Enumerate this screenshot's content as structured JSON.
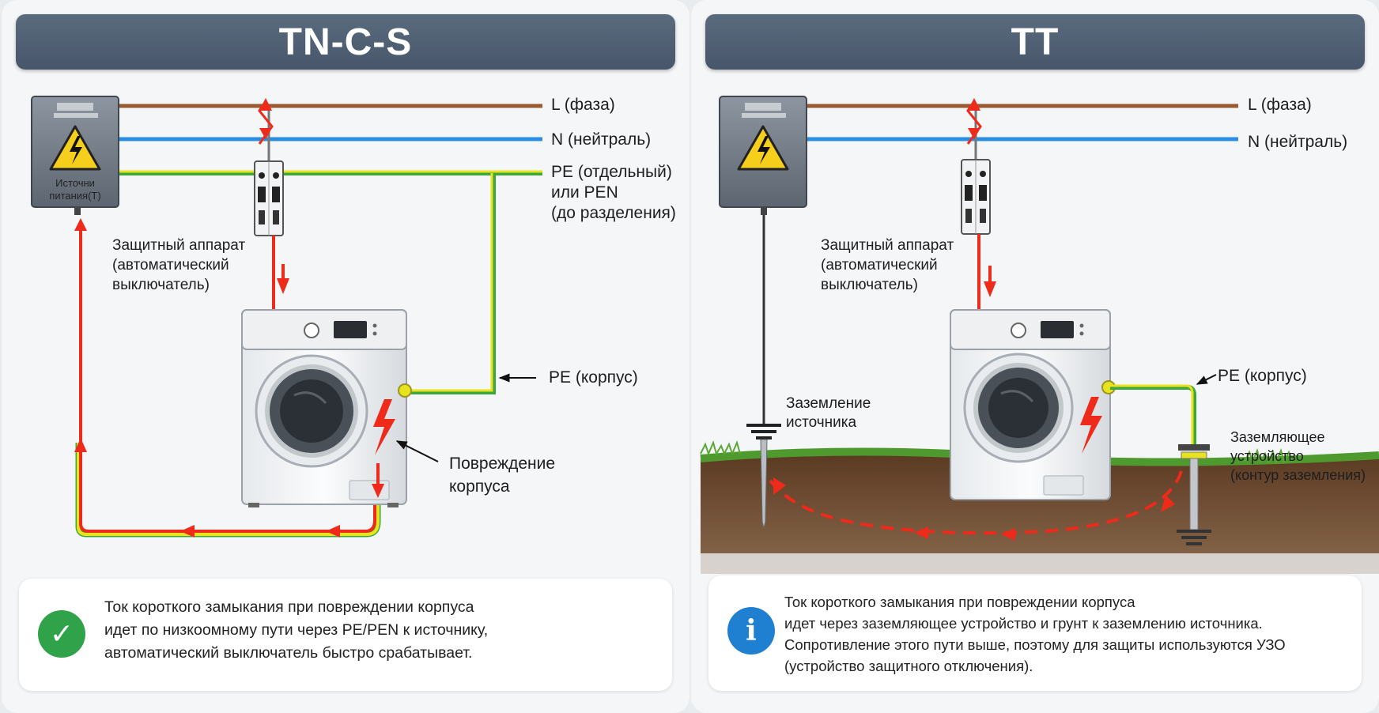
{
  "left_panel": {
    "title": "TN-C-S",
    "wire_labels": {
      "l_phase": "L (фаза)",
      "n_neutral": "N (нейтраль)",
      "pe_line1": "PE (отдельный)",
      "pe_line2": "или PEN",
      "pe_line3": "(до разделения)"
    },
    "psu_label_line1": "Источни",
    "psu_label_line2": "питания(Т)",
    "breaker_label": [
      "Защитный аппарат",
      "(автоматический",
      "выключатель)"
    ],
    "pe_body_label": "PE (корпус)",
    "damage_label": [
      "Повреждение",
      "корпуса"
    ],
    "info": {
      "icon": "checkmark-icon",
      "lines": [
        "Ток короткого замыкания при повреждении корпуса",
        "идет по низкоомному пути через PE/PEN к источнику,",
        "автоматический выключатель быстро срабатывает."
      ]
    }
  },
  "right_panel": {
    "title": "TT",
    "wire_labels": {
      "l_phase": "L (фаза)",
      "n_neutral": "N (нейтраль)"
    },
    "breaker_label": [
      "Защитный аппарат",
      "(автоматический",
      "выключатель)"
    ],
    "pe_body_label": "PE (корпус)",
    "source_ground_label": [
      "Заземление",
      "источника"
    ],
    "ground_device_label": [
      "Заземляющее",
      "устройство",
      "(контур заземления)"
    ],
    "info": {
      "icon": "info-icon",
      "lines": [
        "Ток короткого замыкания при повреждении корпуса",
        "идет через заземляющее устройство и грунт к заземлению источника.",
        "Сопротивление этого пути выше, поэтому для защиты используются УЗО",
        "(устройство защитного отключения)."
      ]
    }
  },
  "colors": {
    "phase": "#9a5a32",
    "neutral": "#2a8ee0",
    "pe_yellow": "#e9e21e",
    "pe_green": "#3aa83a",
    "fault": "#ee2a1a"
  }
}
